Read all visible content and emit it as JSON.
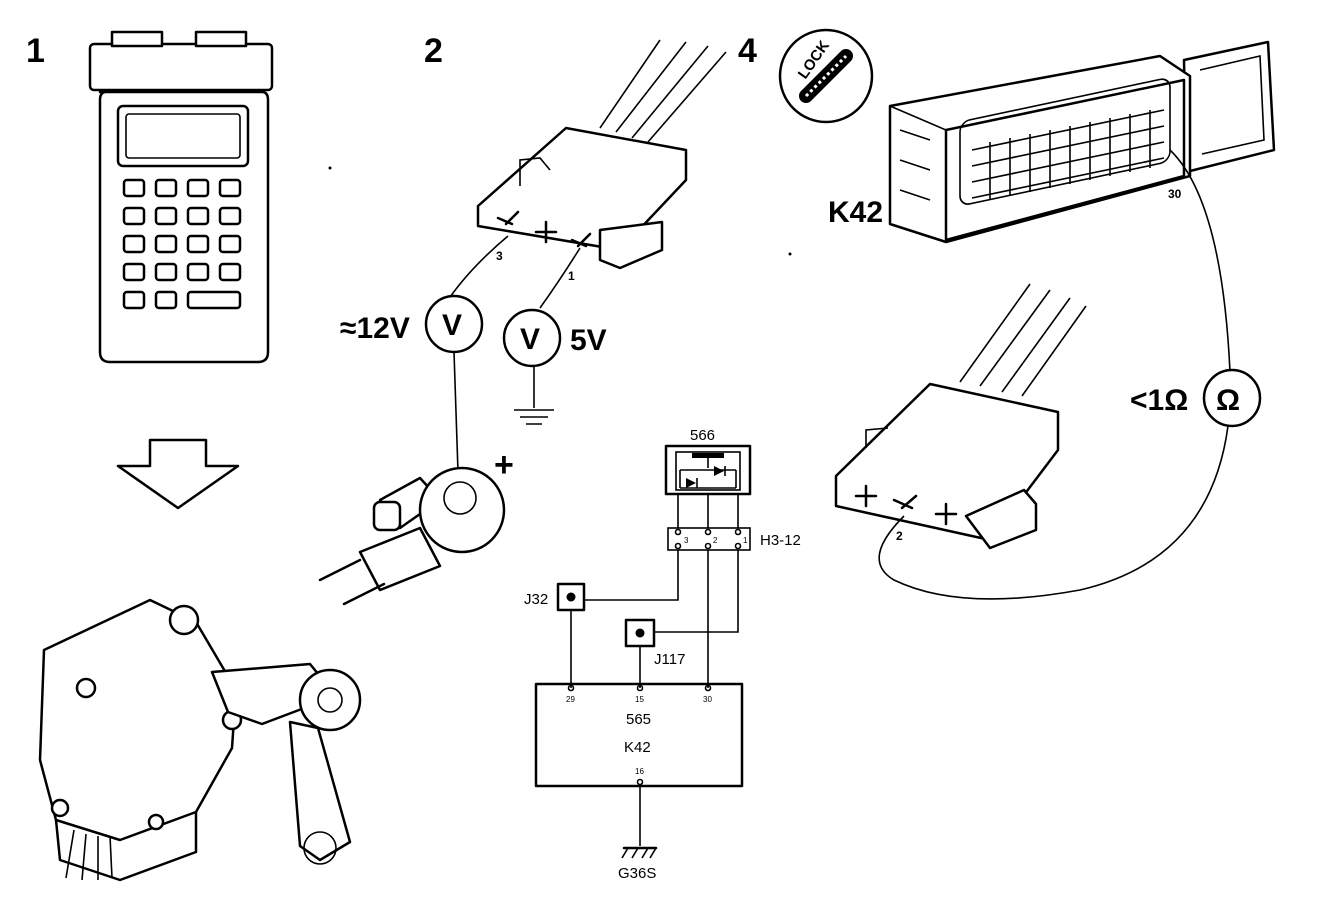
{
  "steps": {
    "s1": "1",
    "s2": "2",
    "s4": "4"
  },
  "step2": {
    "voltage_high": "≈12V",
    "voltage_low": "5V",
    "meter_symbol": "V",
    "pin_left": "3",
    "pin_right": "1",
    "plus_sign": "+"
  },
  "step4": {
    "lock_label": "LOCK",
    "ecu_label": "K42",
    "ecu_pin": "30",
    "resistance": "<1Ω",
    "ohm_symbol": "Ω",
    "plug_pin": "2"
  },
  "schematic": {
    "relay_id": "566",
    "connector_id": "H3-12",
    "connector_pins": [
      "3",
      "2",
      "1"
    ],
    "junction_a": "J32",
    "junction_b": "J117",
    "ecu_number": "565",
    "ecu_name": "K42",
    "ecu_pins": [
      "29",
      "15",
      "30"
    ],
    "ground_pin": "16",
    "ground_id": "G36S"
  }
}
